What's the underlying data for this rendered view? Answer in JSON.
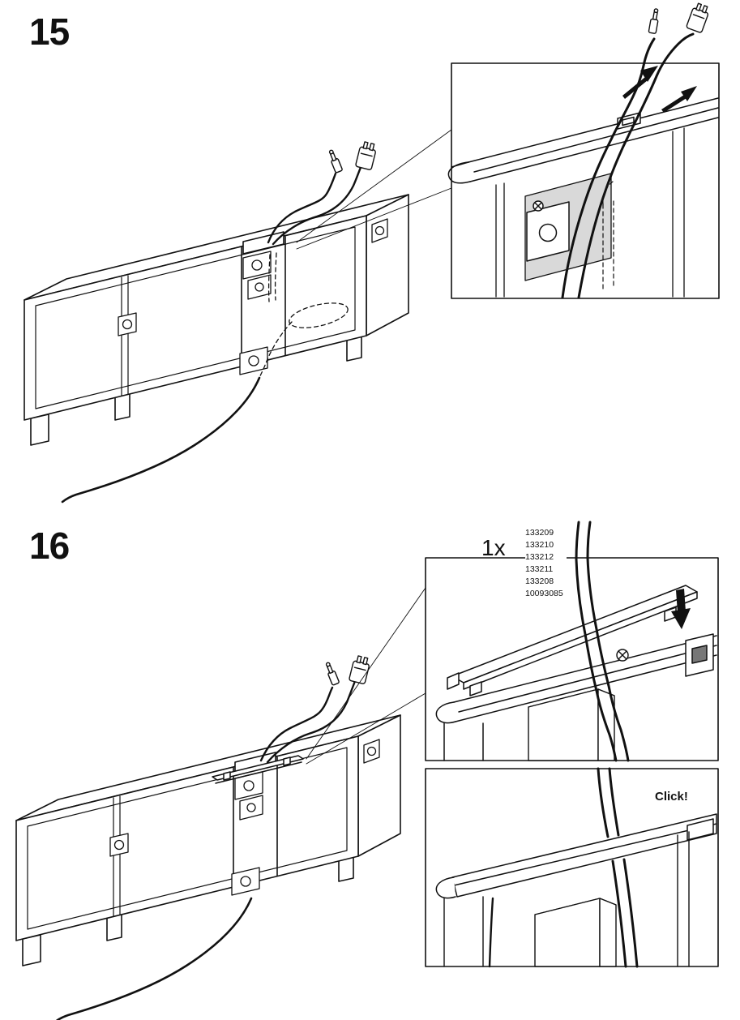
{
  "document": {
    "background_color": "#ffffff",
    "line_color": "#111111",
    "panel_shade_color": "#d9d9d9"
  },
  "steps": [
    {
      "number": "15"
    },
    {
      "number": "16",
      "quantity_label": "1x",
      "part_numbers": [
        "133209",
        "133210",
        "133212",
        "133211",
        "133208",
        "10093085"
      ],
      "click_label": "Click!"
    }
  ]
}
